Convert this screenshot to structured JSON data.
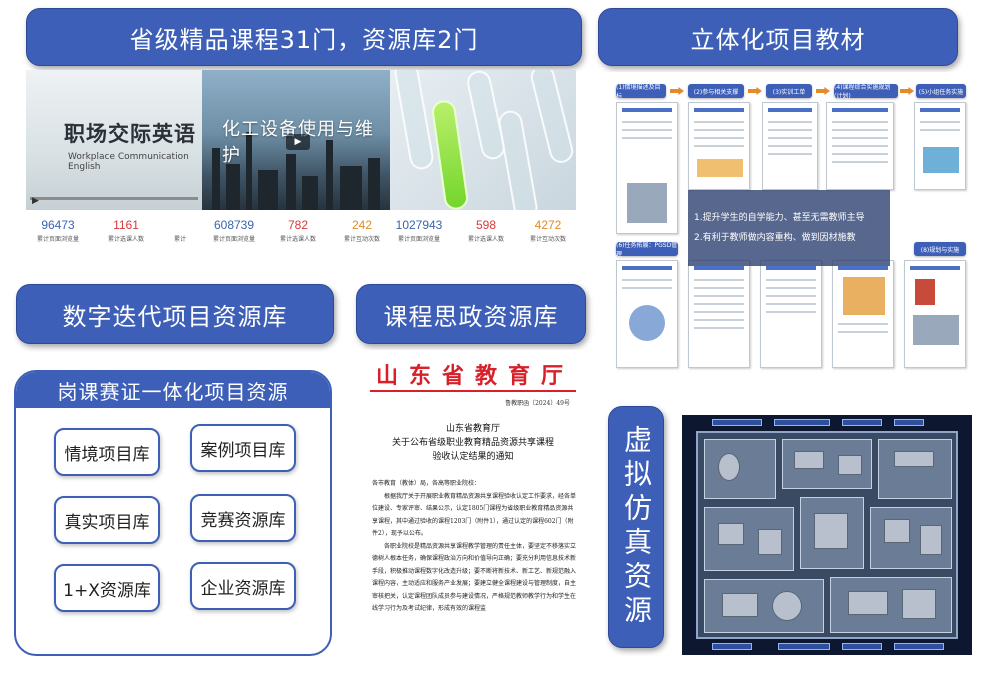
{
  "headers": {
    "courses": "省级精品课程31门，资源库2门",
    "textbook": "立体化项目教材",
    "digital": "数字迭代项目资源库",
    "ideology": "课程思政资源库",
    "virtual": "虚拟仿真资源"
  },
  "courses": {
    "video1": {
      "title": "职场交际英语",
      "subtitle": "Workplace Communication English"
    },
    "video2": {
      "title": "化工设备使用与维护"
    },
    "stats": [
      {
        "value": "96473",
        "label": "累计页面浏览量",
        "color": "#3a64b0"
      },
      {
        "value": "1161",
        "label": "累计选课人数",
        "color": "#d83a3a"
      },
      {
        "value": "",
        "label": "累计",
        "color": "#e08a2a"
      },
      {
        "value": "608739",
        "label": "累计页面浏览量",
        "color": "#3a64b0"
      },
      {
        "value": "782",
        "label": "累计选课人数",
        "color": "#d83a3a"
      },
      {
        "value": "242",
        "label": "累计互动次数",
        "color": "#e08a2a"
      },
      {
        "value": "1027943",
        "label": "累计页面浏览量",
        "color": "#3a64b0"
      },
      {
        "value": "598",
        "label": "累计选课人数",
        "color": "#d83a3a"
      },
      {
        "value": "4272",
        "label": "累计互动次数",
        "color": "#e08a2a"
      }
    ]
  },
  "textbook": {
    "steps": [
      "(1)情境描述及目标",
      "(2)参与相关支撑",
      "(3)实训工单",
      "(4)课程综合实施规划(计划)",
      "(5)小组任务实施"
    ],
    "lower_steps": [
      "(6)任务拓展：PGSD管理",
      "(8)规划与实施"
    ],
    "overlay_lines": [
      "1.提升学生的自学能力、甚至无需教师主导",
      "2.有利于教师做内容重构、做到因材施教"
    ]
  },
  "post": {
    "title": "岗课赛证一体化项目资源",
    "items": [
      "情境项目库",
      "案例项目库",
      "真实项目库",
      "竞赛资源库",
      "1+X资源库",
      "企业资源库"
    ]
  },
  "document": {
    "agency": "山东省教育厅",
    "number": "鲁教职函〔2024〕49号",
    "title_lines": [
      "山东省教育厅",
      "关于公布省级职业教育精品资源共享课程",
      "验收认定结果的通知"
    ],
    "salutation": "各市教育（教体）局，各高等职业院校：",
    "paragraphs": [
      "根据我厅关于开展职业教育精品资源共享课程验收认定工作要求，经各单位建设、专家评审、结果公示，认定1805门课程为省级职业教育精品资源共享课程，其中通过验收的课程1203门（附件1），通过认定的课程602门（附件2），现予以公布。",
      "各职业院校是精品资源共享课程教学管理的责任主体，要坚定不移落实立德树人根本任务，确保课程政治方向和价值导向正确；要充分利用信息技术新手段，积极推动课程数字化改造升级；要不断将新技术、新工艺、新规范融入课程内容，主动适应和服务产业发展；要建立健全课程建设与管理制度，自主审核把关，认定课程团队成员参与建设情况，严格规范教师教学行为和学生在线学习行为及考试纪律，形成有效的课程监"
    ]
  }
}
